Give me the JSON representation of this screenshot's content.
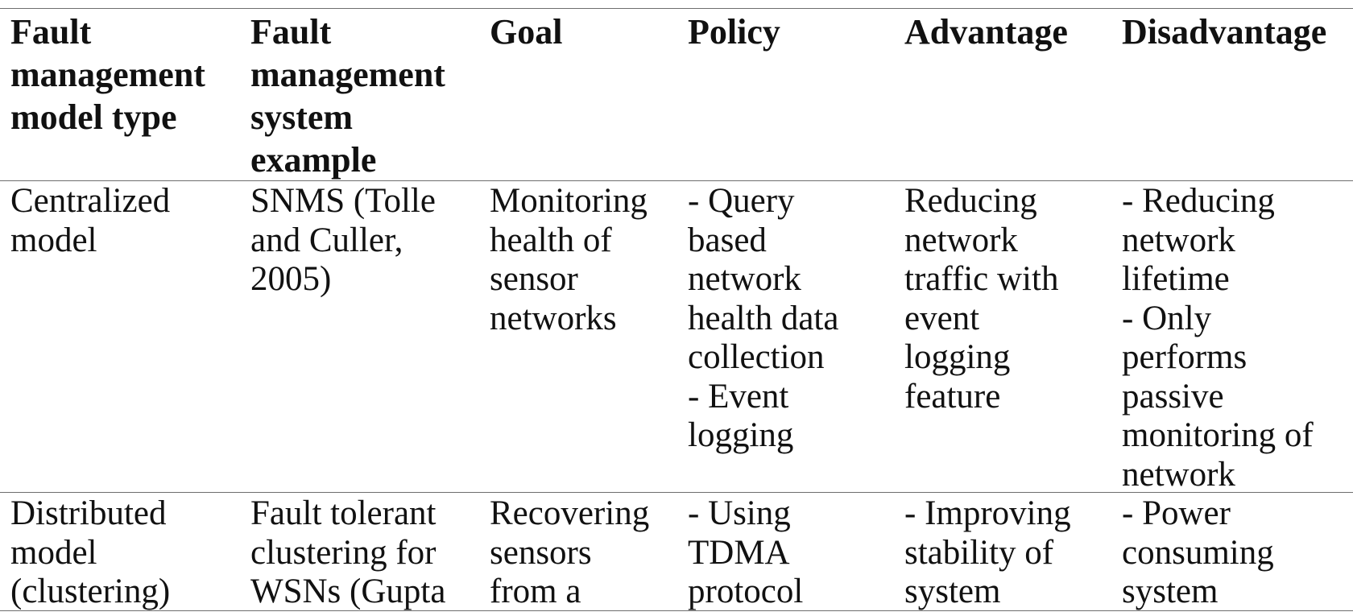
{
  "table": {
    "headers": [
      "Fault\nmanagement\nmodel type",
      "Fault\nmanagement\nsystem\nexample",
      "Goal",
      "Policy",
      "Advantage",
      "Disadvantage"
    ],
    "rows": [
      [
        "Centralized\nmodel",
        "SNMS (Tolle\nand Culler,\n2005)",
        "Monitoring\nhealth of\nsensor\nnetworks",
        "- Query\nbased\nnetwork\nhealth data\ncollection\n- Event\nlogging",
        "Reducing\nnetwork\ntraffic with\nevent\nlogging\nfeature",
        "- Reducing\nnetwork\nlifetime\n- Only\nperforms\npassive\nmonitoring of\nnetwork"
      ],
      [
        "Distributed\nmodel\n(clustering)",
        "Fault tolerant\nclustering for\nWSNs (Gupta",
        "Recovering\nsensors\nfrom a",
        "- Using\nTDMA\nprotocol",
        "- Improving\nstability of\nsystem",
        "- Power\nconsuming\nsystem"
      ]
    ]
  }
}
